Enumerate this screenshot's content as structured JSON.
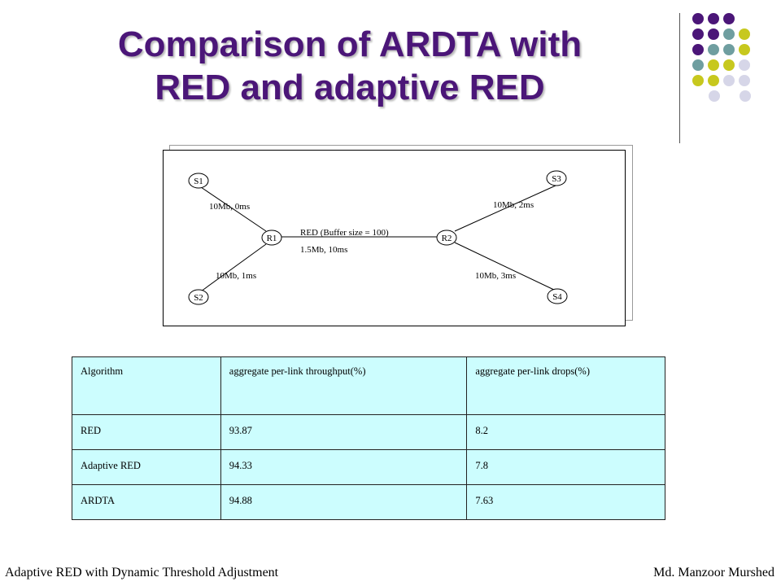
{
  "title": {
    "line1": "Comparison of ARDTA with",
    "line2": "RED and adaptive RED"
  },
  "decoration": {
    "dot_colors": [
      "#4b1678",
      "#6f9ea0",
      "#c7c81e",
      "#d6d6e8"
    ]
  },
  "diagram": {
    "nodes": {
      "s1": "S1",
      "s2": "S2",
      "s3": "S3",
      "s4": "S4",
      "r1": "R1",
      "r2": "R2"
    },
    "links": {
      "s1_r1": "10Mb, 0ms",
      "s2_r1": "10Mb, 1ms",
      "r2_s3": "10Mb, 2ms",
      "r2_s4": "10Mb, 3ms",
      "bottleneck_queue": "RED (Buffer size = 100)",
      "bottleneck_link": "1.5Mb, 10ms"
    }
  },
  "table": {
    "headers": [
      "Algorithm",
      "aggregate per-link throughput(%)",
      "aggregate per-link  drops(%)"
    ],
    "rows": [
      [
        "RED",
        "93.87",
        "8.2"
      ],
      [
        "Adaptive RED",
        "94.33",
        "7.8"
      ],
      [
        "ARDTA",
        "94.88",
        "7.63"
      ]
    ]
  },
  "footer": {
    "left": "Adaptive RED with Dynamic Threshold Adjustment",
    "right": "Md. Manzoor Murshed"
  }
}
